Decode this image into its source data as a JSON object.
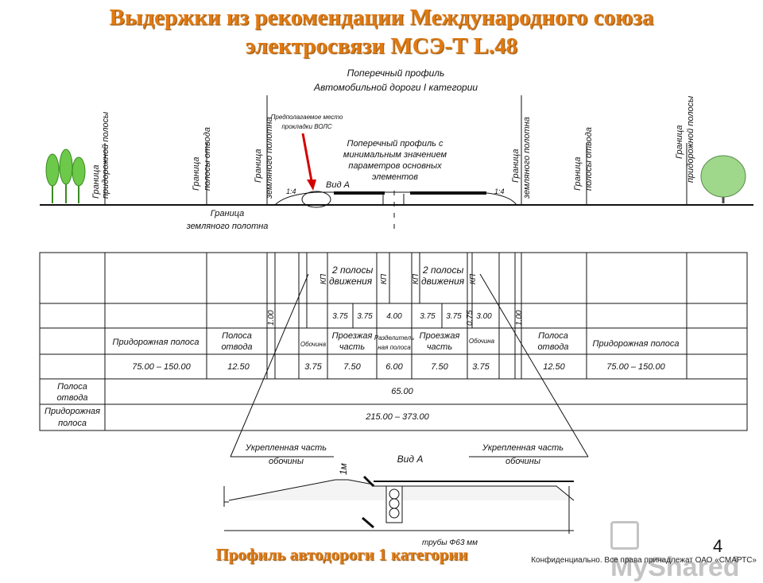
{
  "title": {
    "line1": "Выдержки из рекомендации Международного союза",
    "line2": "электросвязи МСЭ-Т L.48"
  },
  "profile": {
    "heading_line1": "Поперечный профиль",
    "heading_line2": "Автомобильной дороги I категории",
    "label_roadside_l": [
      "Граница",
      "придорожной полосы"
    ],
    "label_rightofway_l": [
      "Граница",
      "полосы отвода"
    ],
    "label_roadbed_l": [
      "Граница",
      "земляного полотна"
    ],
    "label_roadbed_r": [
      "Граница",
      "земляного полотна"
    ],
    "label_rightofway_r": [
      "Граница",
      "полосы отвода"
    ],
    "label_roadside_r": [
      "Граница",
      "придорожной полосы"
    ],
    "cable_note": [
      "Предполагаемое место",
      "прокладки ВОЛС"
    ],
    "min_profile_note": [
      "Поперечный профиль с",
      "минимальным значением",
      "параметров основных",
      "элементов"
    ],
    "view_a": "Вид А",
    "slope_l": "1:4",
    "slope_r": "1:4",
    "ground_border": [
      "Граница",
      "земляного полотна"
    ]
  },
  "table": {
    "lanes_left": [
      "2 полосы",
      "движения"
    ],
    "lanes_right": [
      "2 полосы",
      "движения"
    ],
    "kp": "КП",
    "widths": [
      "1.00",
      "3.75",
      "3.75",
      "4.00",
      "3.75",
      "3.75",
      "0.75",
      "3.00",
      "1.00"
    ],
    "names": {
      "roadside_l": "Придорожная полоса",
      "rightofway_l": [
        "Полоса",
        "отвода"
      ],
      "shoulder_l": "Обочина",
      "carriage_l": [
        "Проезжая",
        "часть"
      ],
      "divider": [
        "Разделитель",
        "ная полоса"
      ],
      "carriage_r": [
        "Проезжая",
        "часть"
      ],
      "shoulder_r": "Обочина",
      "rightofway_r": [
        "Полоса",
        "отвода"
      ],
      "roadside_r": "Придорожная полоса"
    },
    "values": {
      "roadside_l": "75.00 – 150.00",
      "rightofway_l": "12.50",
      "shoulder_l": "3.75",
      "carriage_l": "7.50",
      "divider": "6.00",
      "carriage_r": "7.50",
      "shoulder_r": "3.75",
      "rightofway_r": "12.50",
      "roadside_r": "75.00 – 150.00"
    },
    "row_rightofway_label": [
      "Полоса",
      "отвода"
    ],
    "row_rightofway_total": "65.00",
    "row_roadside_label": [
      "Придорожная",
      "полоса"
    ],
    "row_roadside_total": "215.00 – 373.00"
  },
  "detail": {
    "reinforced_l": [
      "Укрепленная часть",
      "обочины"
    ],
    "reinforced_r": [
      "Укрепленная часть",
      "обочины"
    ],
    "view_a": "Вид А",
    "one_m": "1м",
    "pipes": "трубы Ф63 мм"
  },
  "bottom_title": "Профиль автодороги 1 категории",
  "footer_note": "Конфиденциально. Все права принадлежат ОАО «СМАРТС»",
  "page_number": "4",
  "logo_text": "MyShared",
  "colors": {
    "title": "#e07a12",
    "arrow": "#d40000",
    "tree": "#5cbf3a"
  }
}
